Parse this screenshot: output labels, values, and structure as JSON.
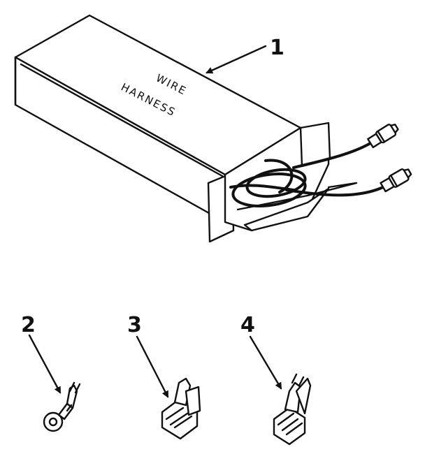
{
  "box_text": {
    "line1": "WIRE",
    "line2": "HARNESS"
  },
  "callouts": {
    "item1": "1",
    "item2": "2",
    "item3": "3",
    "item4": "4"
  },
  "ink_color": "#111111"
}
